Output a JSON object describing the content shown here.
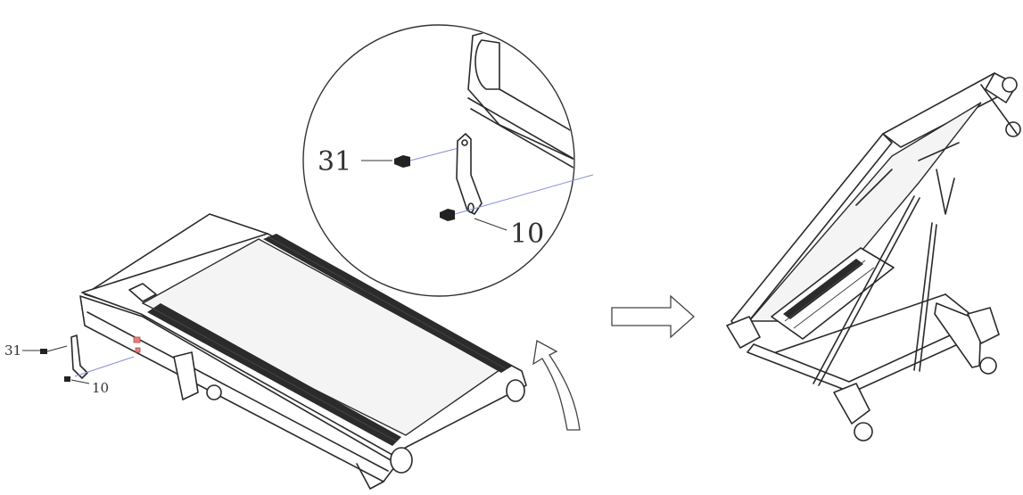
{
  "callouts": {
    "detail_bolt": "31",
    "detail_bracket": "10",
    "main_bolt": "31",
    "main_bracket": "10"
  },
  "icons": {
    "step_arrow": "hollow-right-arrow",
    "rotate_arrow": "curved-up-arrow"
  }
}
